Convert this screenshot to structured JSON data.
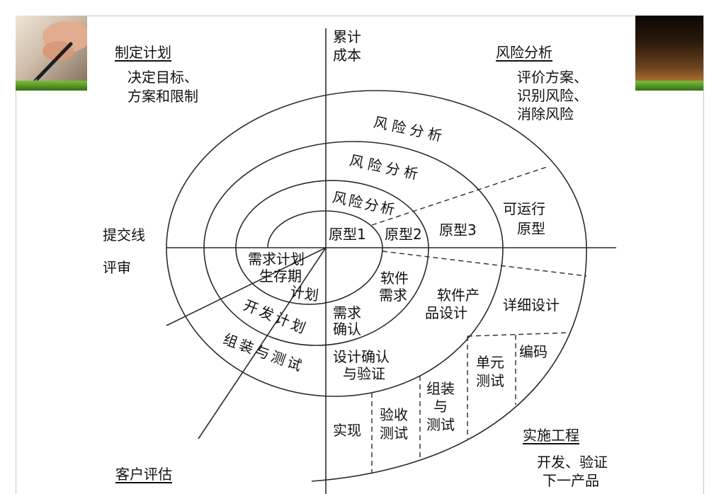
{
  "axes": {
    "vertical_label": [
      "累计",
      "成本"
    ],
    "left_upper": "提交线",
    "left_lower": "评审"
  },
  "quadrants": {
    "planning": {
      "title": "制定计划",
      "lines": [
        "决定目标、",
        "方案和限制"
      ]
    },
    "risk_analysis": {
      "title": "风险分析",
      "lines": [
        "评价方案、",
        "识别风险、",
        "消除风险"
      ]
    },
    "customer_evaluation": {
      "title": "客户评估"
    },
    "engineering": {
      "title": "实施工程",
      "lines": [
        "开发、验证",
        "下一产品"
      ]
    }
  },
  "spiral": {
    "risk_analysis_rings": [
      "风险分析",
      "风险分析",
      "风险分析"
    ],
    "prototypes": [
      "原型1",
      "原型2",
      "原型3"
    ],
    "operational_prototype": [
      "可运行",
      "原型"
    ],
    "requirements_plan": [
      "需求计划",
      "生存期",
      "计划"
    ],
    "development_plan": "开发计划",
    "integration_plan": "组装与测试",
    "software_requirements": [
      "软件",
      "需求"
    ],
    "requirements_validation": [
      "需求",
      "确认"
    ],
    "product_design": [
      "软件产",
      "品设计"
    ],
    "design_verification": [
      "设计确认",
      "与验证"
    ],
    "detailed_design": "详细设计",
    "code": "编码",
    "unit_test": [
      "单元",
      "测试"
    ],
    "integration_test": [
      "组装",
      "与",
      "测试"
    ],
    "acceptance_test": [
      "验收",
      "测试"
    ],
    "implementation": "实现"
  },
  "colors": {
    "line": "#2b2b2b",
    "frame": "#c8c8c8",
    "band": "#5a9a2a"
  }
}
